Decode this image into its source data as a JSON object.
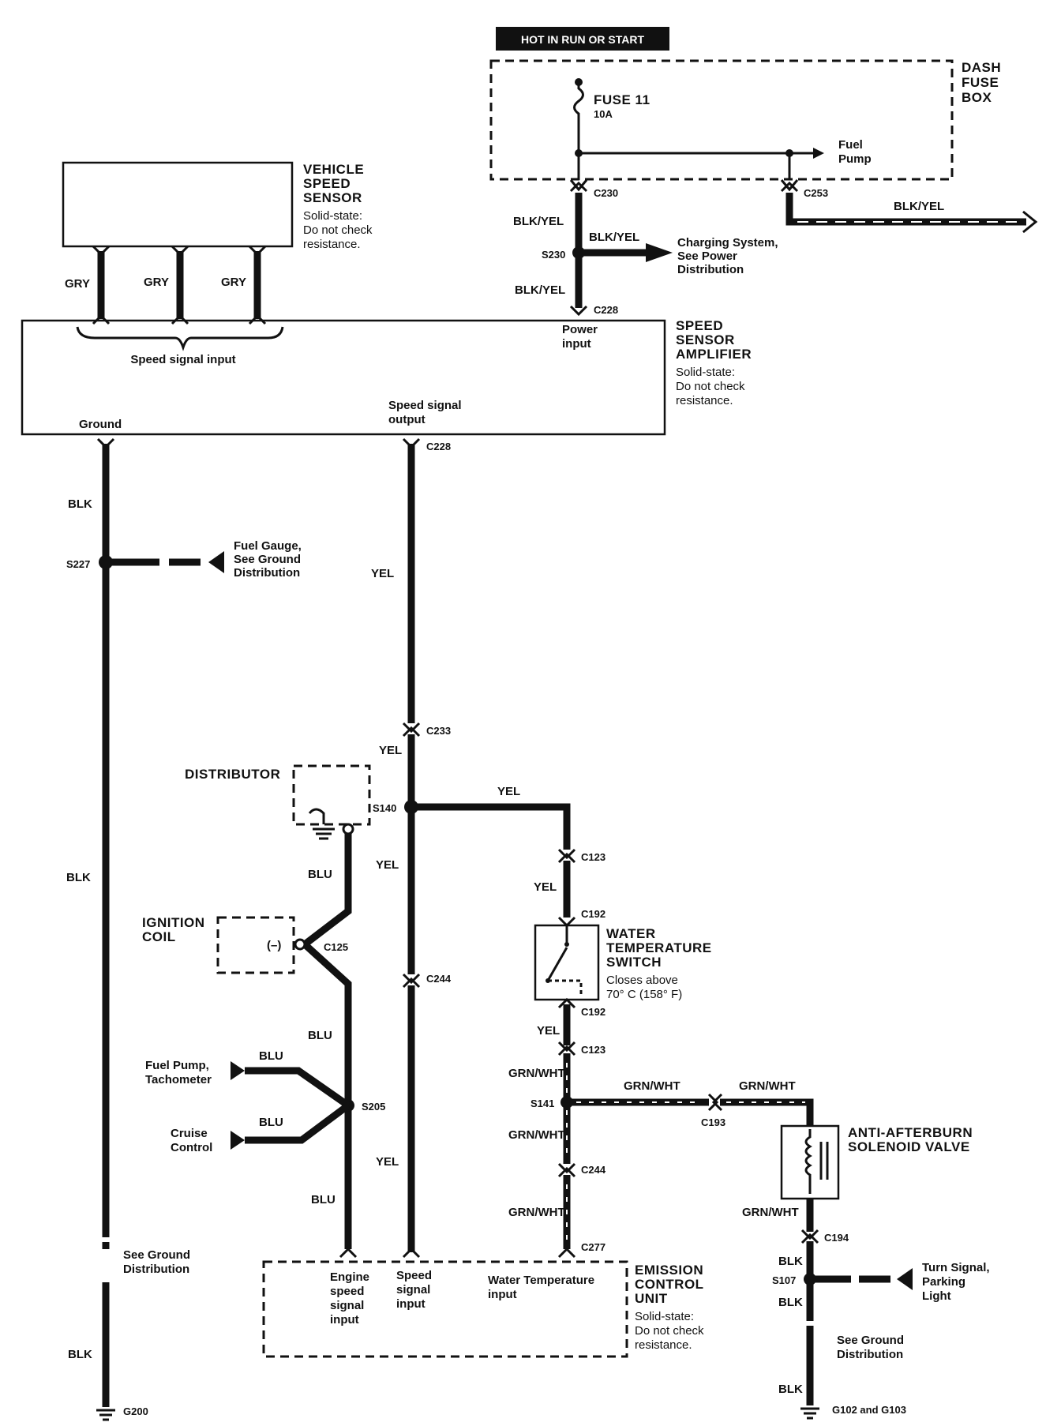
{
  "header": {
    "hot_label": "HOT IN RUN OR START"
  },
  "fuse_box": {
    "name_lines": [
      "DASH",
      "FUSE",
      "BOX"
    ],
    "fuse_name": "FUSE 11",
    "fuse_rating": "10A",
    "fuel_pump_lines": [
      "Fuel",
      "Pump"
    ]
  },
  "connectors": {
    "c230": "C230",
    "c253": "C253",
    "c228_top": "C228",
    "c228_bottom": "C228",
    "s230": "S230",
    "s227": "S227",
    "c233": "C233",
    "s140": "S140",
    "c123_top": "C123",
    "c192_top": "C192",
    "c125": "C125",
    "c244_left": "C244",
    "c192_bottom": "C192",
    "c123_bottom": "C123",
    "s141": "S141",
    "c193": "C193",
    "s205": "S205",
    "c244_right": "C244",
    "c277": "C277",
    "c194": "C194",
    "s107": "S107",
    "g200": "G200",
    "g102": "G102 and G103"
  },
  "wires": {
    "blk_yel_c230": "BLK/YEL",
    "blk_yel_s230_right": "BLK/YEL",
    "blk_yel_c253": "BLK/YEL",
    "blk_yel_c228": "BLK/YEL",
    "gry_1": "GRY",
    "gry_2": "GRY",
    "gry_3": "GRY",
    "blk_1": "BLK",
    "yel_1": "YEL",
    "yel_2": "YEL",
    "yel_3": "YEL",
    "blk_2": "BLK",
    "blu_1": "BLU",
    "yel_4": "YEL",
    "blu_2": "BLU",
    "blu_3": "BLU",
    "blu_4": "BLU",
    "yel_5": "YEL",
    "grn_wht_1": "GRN/WHT",
    "grn_wht_2": "GRN/WHT",
    "grn_wht_3": "GRN/WHT",
    "grn_wht_4": "GRN/WHT",
    "grn_wht_5": "GRN/WHT",
    "grn_wht_6": "GRN/WHT",
    "yel_6": "YEL",
    "blu_5": "BLU",
    "blk_3": "BLK",
    "blk_4": "BLK",
    "blk_5": "BLK",
    "blk_6": "BLK"
  },
  "components": {
    "vss": {
      "name_lines": [
        "VEHICLE",
        "SPEED",
        "SENSOR"
      ],
      "note_lines": [
        "Solid-state:",
        "Do not check",
        "resistance."
      ]
    },
    "ssa": {
      "name_lines": [
        "SPEED",
        "SENSOR",
        "AMPLIFIER"
      ],
      "note_lines": [
        "Solid-state:",
        "Do not check",
        "resistance."
      ],
      "speed_signal_input": "Speed signal input",
      "power_input_lines": [
        "Power",
        "input"
      ],
      "ground": "Ground",
      "speed_out_lines": [
        "Speed signal",
        "output"
      ]
    },
    "distributor": "DISTRIBUTOR",
    "ignition_coil": {
      "name_lines": [
        "IGNITION",
        "COIL"
      ],
      "terminal": "(–)"
    },
    "water_temp_switch": {
      "name_lines": [
        "WATER",
        "TEMPERATURE",
        "SWITCH"
      ],
      "note_lines": [
        "Closes above",
        "70° C (158° F)"
      ]
    },
    "anti_afterburn": {
      "name_lines": [
        "ANTI-AFTERBURN",
        "SOLENOID VALVE"
      ]
    },
    "ecu": {
      "name_lines": [
        "EMISSION",
        "CONTROL",
        "UNIT"
      ],
      "note_lines": [
        "Solid-state:",
        "Do not check",
        "resistance."
      ],
      "engine_speed_lines": [
        "Engine",
        "speed",
        "signal",
        "input"
      ],
      "speed_signal_lines": [
        "Speed",
        "signal",
        "input"
      ],
      "water_temp_lines": [
        "Water Temperature",
        "input"
      ]
    }
  },
  "references": {
    "charging_lines": [
      "Charging System,",
      "See Power",
      "Distribution"
    ],
    "fuel_gauge_lines": [
      "Fuel Gauge,",
      "See Ground",
      "Distribution"
    ],
    "fuel_pump_tach_lines": [
      "Fuel Pump,",
      "Tachometer"
    ],
    "cruise_lines": [
      "Cruise",
      "Control"
    ],
    "see_ground_left_lines": [
      "See Ground",
      "Distribution"
    ],
    "turn_signal_lines": [
      "Turn Signal,",
      "Parking",
      "Light"
    ],
    "see_ground_right_lines": [
      "See Ground",
      "Distribution"
    ]
  }
}
